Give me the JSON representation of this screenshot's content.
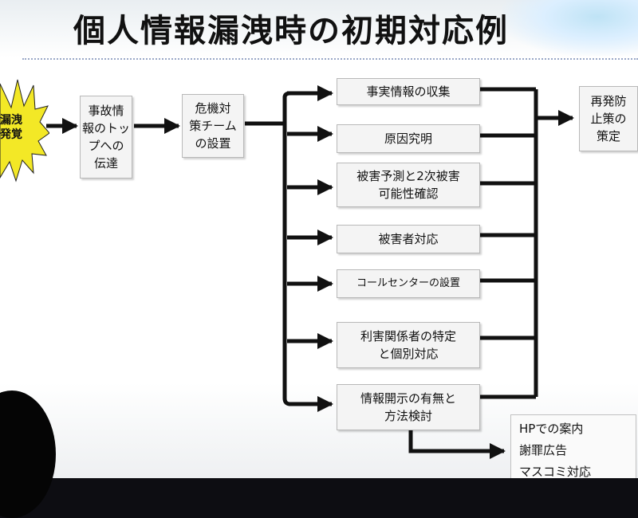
{
  "title": "個人情報漏洩時の初期対応例",
  "trigger": {
    "line1": "漏洩",
    "line2": "発覚"
  },
  "flow": {
    "step1": {
      "line1": "事故情",
      "line2": "報のトッ",
      "line3": "プへの",
      "line4": "伝達"
    },
    "step2": {
      "line1": "危機対",
      "line2": "策チーム",
      "line3": "の設置"
    },
    "branches": [
      {
        "line1": "事実情報の収集"
      },
      {
        "line1": "原因究明"
      },
      {
        "line1": "被害予測と2次被害",
        "line2": "可能性確認"
      },
      {
        "line1": "被害者対応"
      },
      {
        "line1": "コールセンターの設置"
      },
      {
        "line1": "利害関係者の特定",
        "line2": "と個別対応"
      },
      {
        "line1": "情報開示の有無と",
        "line2": "方法検討"
      }
    ],
    "outcome": {
      "line1": "再発防",
      "line2": "止策の",
      "line3": "策定"
    }
  },
  "disclosure_methods": [
    "HPでの案内",
    "謝罪広告",
    "マスコミ対応"
  ]
}
